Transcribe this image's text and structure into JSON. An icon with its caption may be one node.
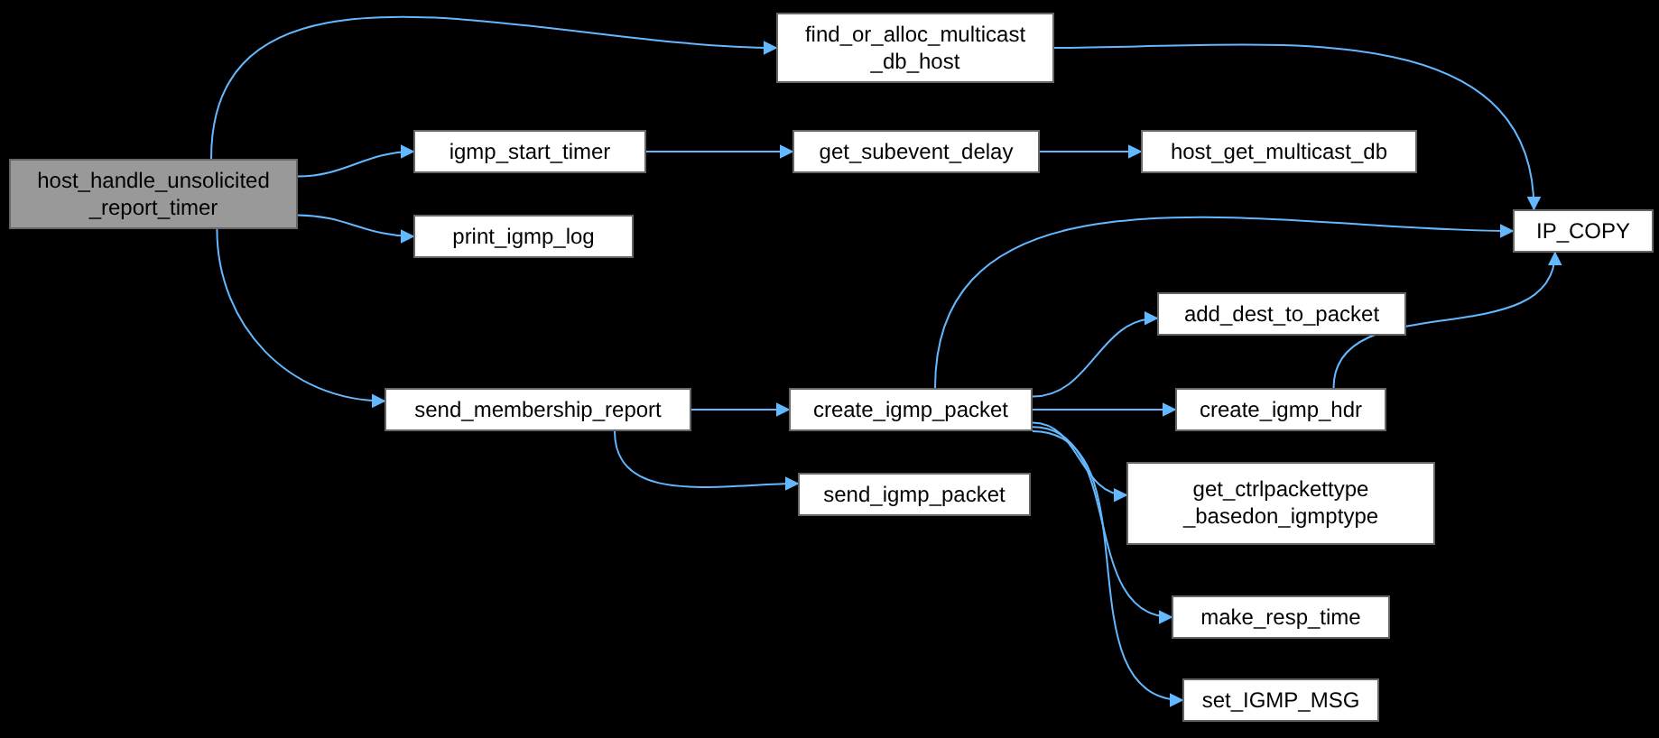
{
  "diagram": {
    "nodes": [
      {
        "text": [
          "host_handle_unsolicited _report_timer"
        ]
      },
      {
        "text": [
          "find_or_alloc_multicast _db_host"
        ]
      },
      {
        "text": [
          "igmp_start_timer"
        ]
      },
      {
        "text": [
          "get_subevent_delay"
        ]
      },
      {
        "text": [
          "host_get_multicast_db"
        ]
      },
      {
        "text": [
          "IP_COPY"
        ]
      },
      {
        "text": [
          "print_igmp_log"
        ]
      },
      {
        "text": [
          "send_membership_report"
        ]
      },
      {
        "text": [
          "create_igmp_packet"
        ]
      },
      {
        "text": [
          "add_dest_to_packet"
        ]
      },
      {
        "text": [
          "create_igmp_hdr"
        ]
      },
      {
        "text": [
          "send_igmp_packet"
        ]
      },
      {
        "text": [
          "get_ctrlpackettype _basedon_igmptype"
        ]
      },
      {
        "text": [
          "make_resp_time"
        ]
      },
      {
        "text": [
          "set_IGMP_MSG"
        ]
      }
    ],
    "edges": [
      {
        "from": 0,
        "to": 1,
        "arrow": "to"
      },
      {
        "from": 0,
        "to": 2,
        "arrow": "to"
      },
      {
        "from": 0,
        "to": 6,
        "arrow": "to"
      },
      {
        "from": 0,
        "to": 7,
        "arrow": "to"
      },
      {
        "from": 1,
        "to": 5,
        "arrow": "to"
      },
      {
        "from": 2,
        "to": 3,
        "arrow": "to"
      },
      {
        "from": 3,
        "to": 4,
        "arrow": "to"
      },
      {
        "from": 7,
        "to": 8,
        "arrow": "to"
      },
      {
        "from": 7,
        "to": 11,
        "arrow": "to"
      },
      {
        "from": 8,
        "to": 5,
        "arrow": "to"
      },
      {
        "from": 8,
        "to": 9,
        "arrow": "to"
      },
      {
        "from": 8,
        "to": 10,
        "arrow": "to"
      },
      {
        "from": 8,
        "to": 12,
        "arrow": "to"
      },
      {
        "from": 8,
        "to": 13,
        "arrow": "to"
      },
      {
        "from": 8,
        "to": 14,
        "arrow": "to"
      },
      {
        "from": 10,
        "to": 5,
        "arrow": "to"
      }
    ]
  }
}
